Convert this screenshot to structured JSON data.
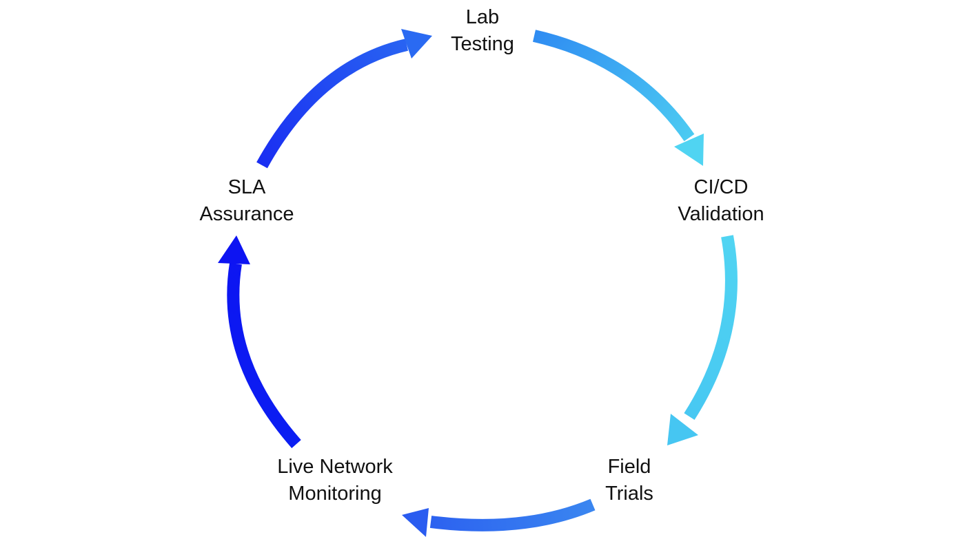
{
  "diagram": {
    "type": "cycle",
    "stages": [
      {
        "id": "lab-testing",
        "line1": "Lab",
        "line2": "Testing"
      },
      {
        "id": "ci-cd-validation",
        "line1": "CI/CD",
        "line2": "Validation"
      },
      {
        "id": "field-trials",
        "line1": "Field",
        "line2": "Trials"
      },
      {
        "id": "live-network-monitoring",
        "line1": "Live Network",
        "line2": "Monitoring"
      },
      {
        "id": "sla-assurance",
        "line1": "SLA",
        "line2": "Assurance"
      }
    ],
    "arrows": [
      {
        "from": "lab-testing",
        "to": "ci-cd-validation",
        "color_start": "#2f8cf2",
        "color_end": "#50d4f2"
      },
      {
        "from": "ci-cd-validation",
        "to": "field-trials",
        "color_start": "#50d4f2",
        "color_end": "#46c6f2"
      },
      {
        "from": "field-trials",
        "to": "live-network-monitoring",
        "color_start": "#3a86f0",
        "color_end": "#2a5cf0"
      },
      {
        "from": "live-network-monitoring",
        "to": "sla-assurance",
        "color_start": "#0b1ef2",
        "color_end": "#0d14f2"
      },
      {
        "from": "sla-assurance",
        "to": "lab-testing",
        "color_start": "#1a2ef2",
        "color_end": "#2a6af2"
      }
    ]
  }
}
